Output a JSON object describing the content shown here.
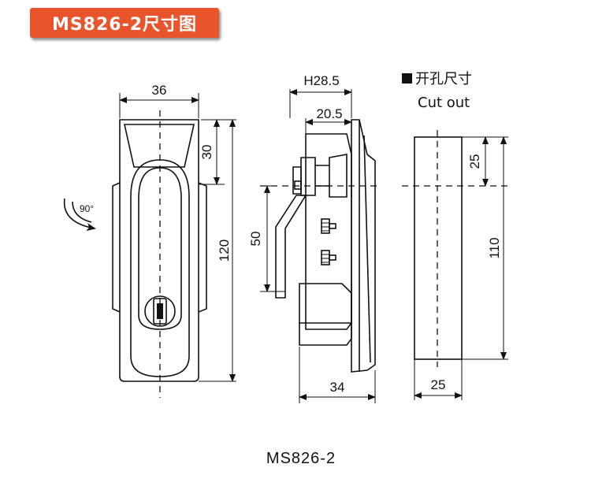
{
  "title": "MS826-2尺寸图",
  "caption": "MS826-2",
  "front_view": {
    "width_dim": "36",
    "top_dim": "30",
    "height_dim": "120",
    "rotation_label": "90°"
  },
  "side_view": {
    "depth_dim": "H28.5",
    "inner_depth_dim": "20.5",
    "hinge_dim": "50",
    "base_dim": "34"
  },
  "cutout": {
    "heading": "开孔尺寸",
    "heading_en": "Cut out",
    "top_dim": "25",
    "height_dim": "110",
    "width_dim": "25"
  }
}
